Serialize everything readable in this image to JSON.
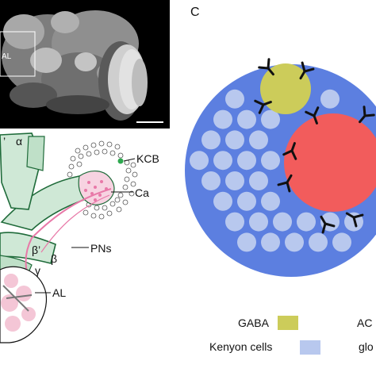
{
  "panel_a": {
    "labels": [
      "AL"
    ],
    "colors": {
      "background": "#000000",
      "tissue": "#9a9a9a",
      "scalebar": "#ffffff"
    }
  },
  "panel_b": {
    "labels": {
      "alpha_prime": "’",
      "alpha": "α",
      "kcb": "KCB",
      "ca": "Ca",
      "pns": "PNs",
      "beta_prime": "β’",
      "beta": "β",
      "gamma": "γ",
      "al": "AL"
    },
    "colors": {
      "mushroom_body": "#cfe8d6",
      "mushroom_outline": "#1f6b3a",
      "projection_neurons": "#e879a8",
      "calyx_dots": "#f2b6cc"
    }
  },
  "panel_c": {
    "panel_letter": "C",
    "colors": {
      "outer_disc": "#5c7fe0",
      "kenyon_cells": "#b8c8ee",
      "gaba": "#cccc5a",
      "ach": "#f25c5c",
      "synapse": "#111111"
    },
    "legend": [
      {
        "label": "GABA",
        "color": "#cccc5a"
      },
      {
        "label": "AC",
        "color": "#f25c5c"
      },
      {
        "label": "Kenyon cells",
        "color": "#b8c8ee"
      },
      {
        "label": "glo",
        "color": "#5c7fe0"
      }
    ]
  }
}
